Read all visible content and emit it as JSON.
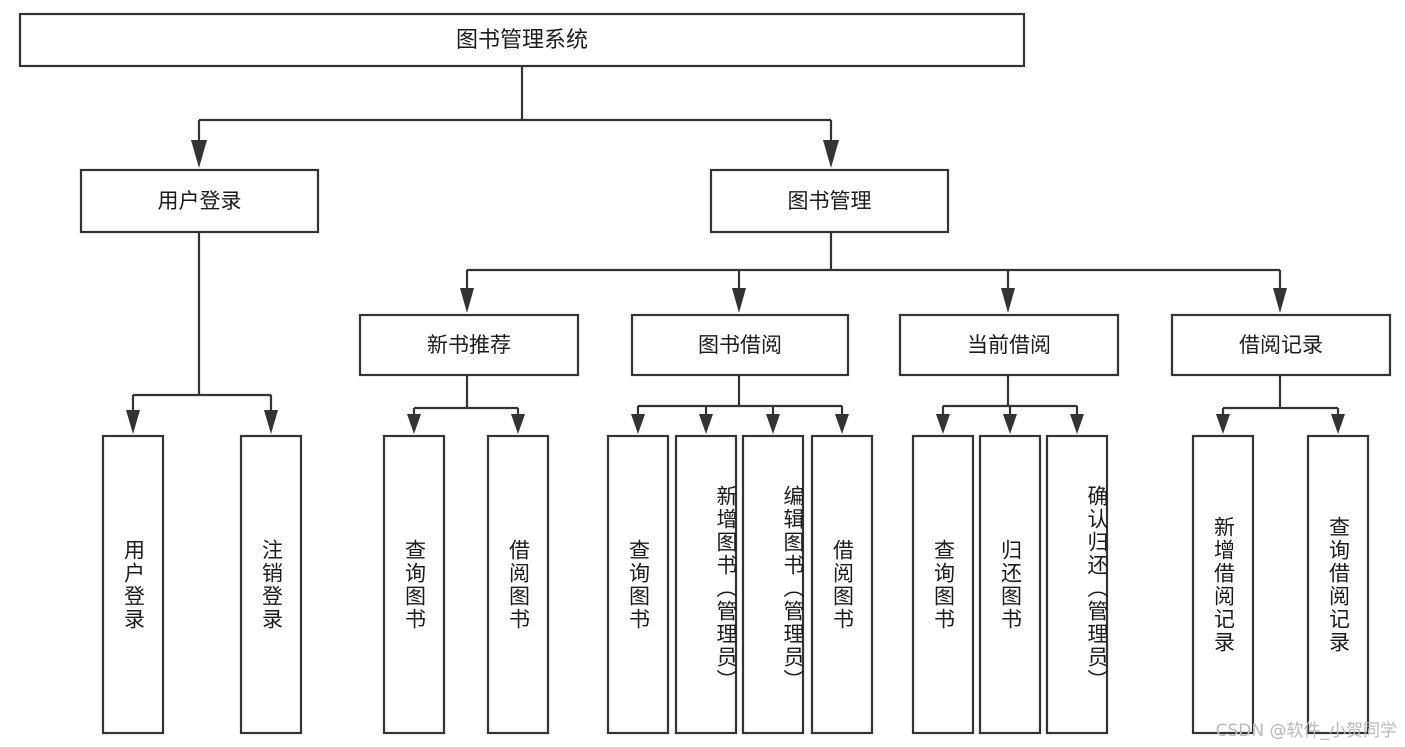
{
  "diagram": {
    "title": "图书管理系统",
    "type": "功能结构图",
    "watermark": "CSDN @软件_小贺同学",
    "colors": {
      "box_stroke": "#333333",
      "box_fill": "#ffffff",
      "text": "#1b1b1b",
      "connector": "#333333",
      "background": "#ffffff",
      "watermark": "#b9b9b9"
    },
    "root": {
      "label": "图书管理系统"
    },
    "level2": [
      {
        "label": "用户登录"
      },
      {
        "label": "图书管理"
      }
    ],
    "level3": [
      {
        "label": "新书推荐"
      },
      {
        "label": "图书借阅"
      },
      {
        "label": "当前借阅"
      },
      {
        "label": "借阅记录"
      }
    ],
    "leaves": {
      "user_login": [
        {
          "label": "用户登录"
        },
        {
          "label": "注销登录"
        }
      ],
      "new_book_recommend": [
        {
          "label": "查询图书"
        },
        {
          "label": "借阅图书"
        }
      ],
      "book_borrow": [
        {
          "label": "查询图书"
        },
        {
          "label": "新增图书（管理员）"
        },
        {
          "label": "编辑图书（管理员）"
        },
        {
          "label": "借阅图书"
        }
      ],
      "current_borrow": [
        {
          "label": "查询图书"
        },
        {
          "label": "归还图书"
        },
        {
          "label": "确认归还（管理员）"
        }
      ],
      "borrow_record": [
        {
          "label": "新增借阅记录"
        },
        {
          "label": "查询借阅记录"
        }
      ]
    }
  }
}
